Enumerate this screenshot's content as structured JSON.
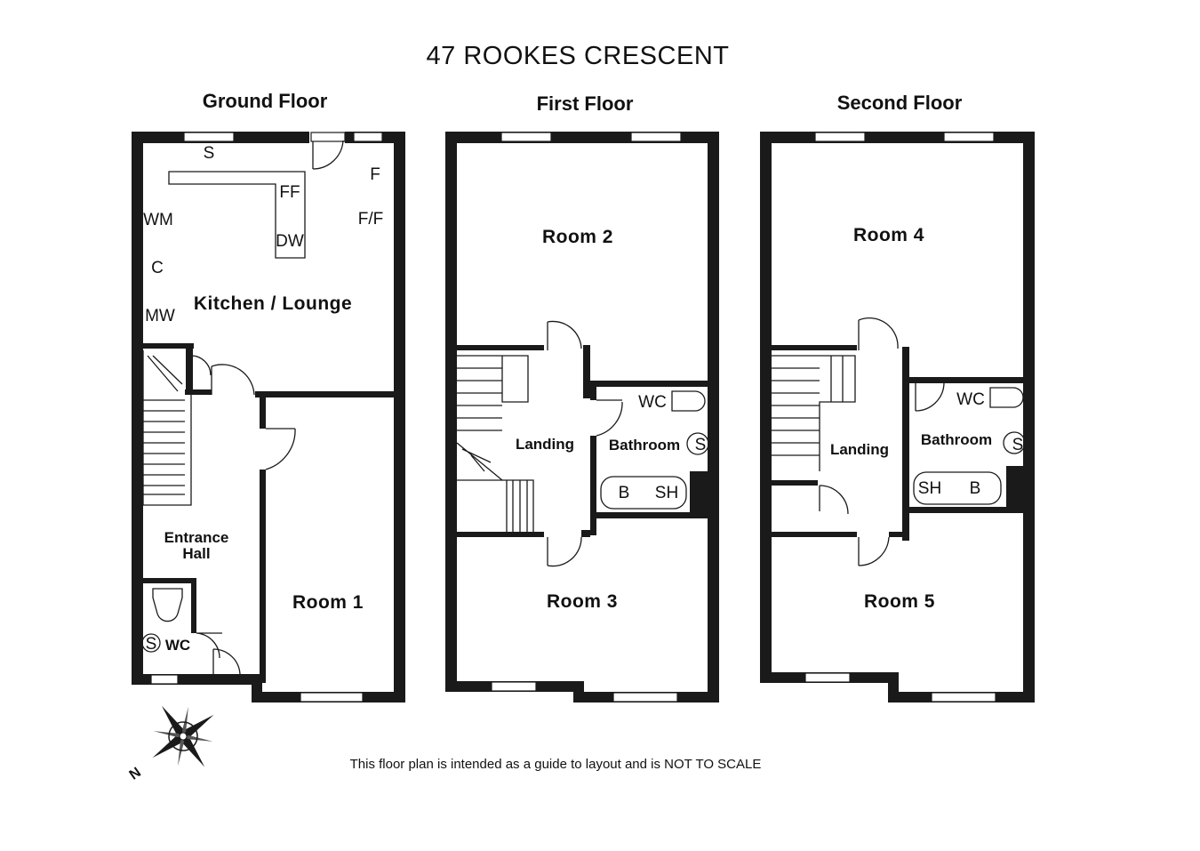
{
  "title": "47  ROOKES CRESCENT",
  "floors": {
    "ground": {
      "name": "Ground Floor",
      "kitchen": "Kitchen / Lounge",
      "entrance_line1": "Entrance",
      "entrance_line2": "Hall",
      "room1": "Room 1",
      "wc": "WC",
      "fixtures": {
        "s_top": "S",
        "ff": "FF",
        "f": "F",
        "ff2": "F/F",
        "wm": "WM",
        "dw": "DW",
        "c": "C",
        "mw": "MW",
        "s_wc": "S"
      }
    },
    "first": {
      "name": "First Floor",
      "room2": "Room 2",
      "room3": "Room 3",
      "landing": "Landing",
      "bathroom": "Bathroom",
      "wc": "WC",
      "s": "S",
      "b": "B",
      "sh": "SH"
    },
    "second": {
      "name": "Second Floor",
      "room4": "Room 4",
      "room5": "Room 5",
      "landing": "Landing",
      "bathroom": "Bathroom",
      "wc": "WC",
      "s": "S",
      "sh": "SH",
      "b": "B"
    }
  },
  "compass_label": "N",
  "footer_note": "This floor plan is intended as a guide to layout and is NOT TO SCALE"
}
